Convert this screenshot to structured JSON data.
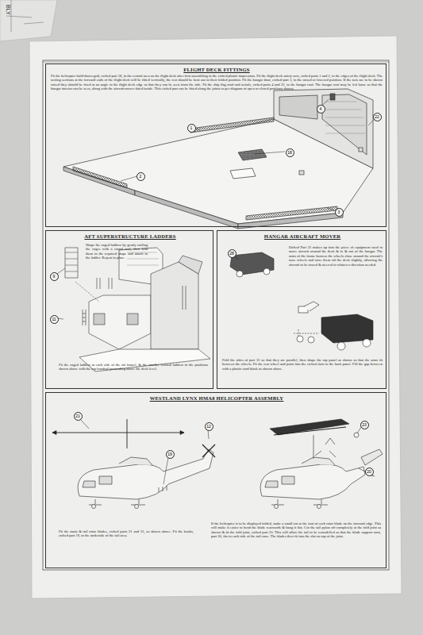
{
  "diagram": {
    "nodes": [
      {
        "text": [
          "FLIGHT DECK FITTINGS",
          "Fit the helicopter hold-down grid, etched part 18, in the central area on the flight deck after first assembling in the etched plastic impression. Fit the flight deck safety nets, etched parts 1 and 2, to the edges of the flight deck. The netting sections at the forward ends of the flight deck will be fitted vertically, the rest should be bent out to their folded position. Fit the hangar door, etched part 3, in the raised or lowered position. If the nets are to be shown raised they should be fixed at an angle to the flight deck edge so that they can be seen from the side. Fit the ship flag staff and aerials, etched parts 4 and 22, to the hangar roof. The hangar roof may be left loose so that the hangar interior can be seen, along with the aircraft mover fitted inside. This etched part can be fitted along the joints as per diagram of open or closed positions shown."
        ]
      },
      {
        "text": [
          "1"
        ],
        "in": 0
      },
      {
        "text": [
          "2"
        ],
        "in": 0
      },
      {
        "text": [
          "18"
        ],
        "in": 0
      },
      {
        "text": [
          "4"
        ],
        "in": 0
      },
      {
        "text": [
          "22"
        ],
        "in": 0
      },
      {
        "text": [
          "3"
        ],
        "in": 0
      },
      {
        "text": [
          "AFT SUPERSTRUCTURE LADDERS",
          "Shape the caged ladders by gently curling the cages with a round tool, then fold them to the required shape and attach to the ladder. Repeat in place.",
          "Fit the caged ladders to each side of the aft funnel, & the smaller vertical ladders in the positions shown above with the top handrail protruding above the deck level."
        ]
      },
      {
        "text": [
          "9"
        ],
        "in": 7
      },
      {
        "text": [
          "11"
        ],
        "in": 7
      },
      {
        "text": [
          "HANGAR AIRCRAFT MOVER",
          "Etched Part 31 makes up into the piece of equipment used to move aircraft around the deck & in & out of the hangar. The arms of the frame harness the wheels close around the aircraft's nose wheels and raise them off the deck slightly, allowing the aircraft to be towed & steered in whatever direction needed.",
          "Fold the sides of part 31 so that they are parallel, then shape the top panel as shown so that the arms fit between the wheels. Fit the rear wheel and paint into the etched slots in the back panel. Fill the gap between with a plastic card block as shown above."
        ]
      },
      {
        "text": [
          "28"
        ],
        "in": 10
      },
      {
        "text": [
          "WESTLAND LYNX HMA8 HELICOPTER ASSEMBLY",
          "Fit the main & tail rotor blades, etched parts 21 and 12, as shown above. Fit the hooks, etched part 19, to the underside of the tail area.",
          "If the helicopter is to be displayed folded, make a small cut at the root of each rotor blade on the forward edge. This will make it easier to bend the blade rearwards & hang it flat. Cut the tail pylon off completely at the fold joint as shown & fit the fold joint, etched part 23. This will allow the tail to be remodelled so that the blade support strut, part 20, fits to each side of the tail cone. The blades then fit into the slot on top of the joint."
        ]
      },
      {
        "text": [
          "21"
        ],
        "in": 12
      },
      {
        "text": [
          "12"
        ],
        "in": 12
      },
      {
        "text": [
          "19"
        ],
        "in": 12
      },
      {
        "text": [
          "23"
        ],
        "in": 12
      },
      {
        "text": [
          "20"
        ],
        "in": 12
      }
    ],
    "labels": [
      "BLY"
    ]
  }
}
